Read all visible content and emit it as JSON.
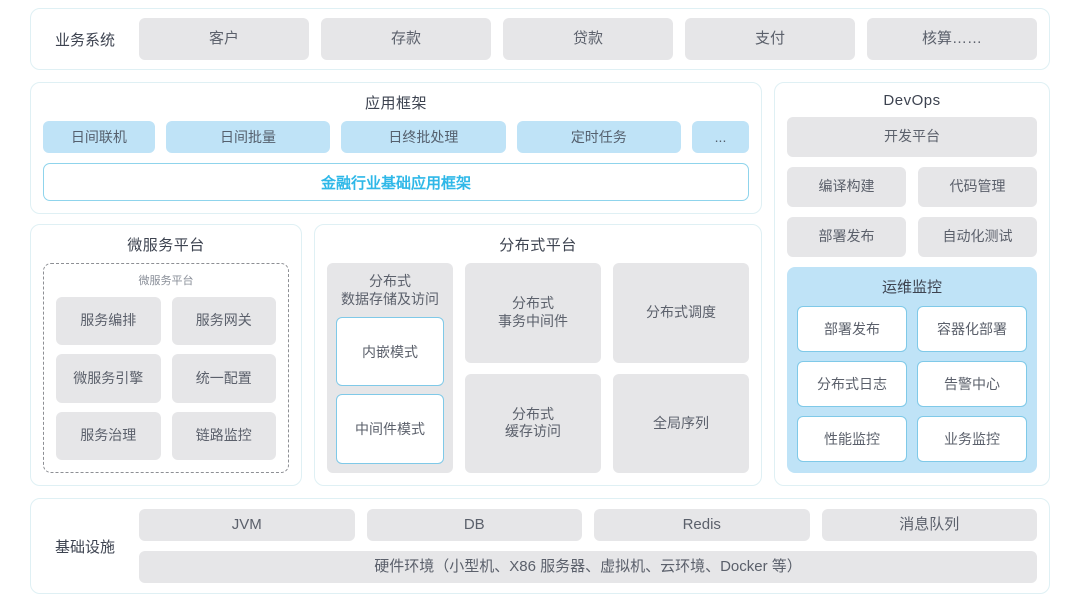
{
  "business_systems": {
    "label": "业务系统",
    "items": [
      "客户",
      "存款",
      "贷款",
      "支付",
      "核算……"
    ]
  },
  "app_framework": {
    "title": "应用框架",
    "items": [
      "日间联机",
      "日间批量",
      "日终批处理",
      "定时任务",
      "..."
    ],
    "highlight_bar": "金融行业基础应用框架",
    "highlight_color": "#2fb8e8"
  },
  "microservice_platform": {
    "title": "微服务平台",
    "inner_title": "微服务平台",
    "items": [
      "服务编排",
      "服务网关",
      "微服务引擎",
      "统一配置",
      "服务治理",
      "链路监控"
    ]
  },
  "distributed_platform": {
    "title": "分布式平台",
    "storage": {
      "label": "分布式\n数据存储及访问",
      "modes": [
        "内嵌模式",
        "中间件模式"
      ]
    },
    "cells": [
      "分布式\n事务中间件",
      "分布式调度",
      "分布式\n缓存访问",
      "全局序列"
    ]
  },
  "devops": {
    "title": "DevOps",
    "platform": "开发平台",
    "items": [
      "编译构建",
      "代码管理",
      "部署发布",
      "自动化测试"
    ],
    "ops_monitor": {
      "title": "运维监控",
      "items": [
        "部署发布",
        "容器化部署",
        "分布式日志",
        "告警中心",
        "性能监控",
        "业务监控"
      ]
    }
  },
  "infrastructure": {
    "label": "基础设施",
    "items": [
      "JVM",
      "DB",
      "Redis",
      "消息队列"
    ],
    "hardware": "硬件环境（小型机、X86 服务器、虚拟机、云环境、Docker 等）"
  },
  "colors": {
    "accent": "#2fb8e8",
    "tile_gray": "#e6e6e8",
    "tile_blue": "#bfe3f7",
    "border": "#dff0f4"
  }
}
